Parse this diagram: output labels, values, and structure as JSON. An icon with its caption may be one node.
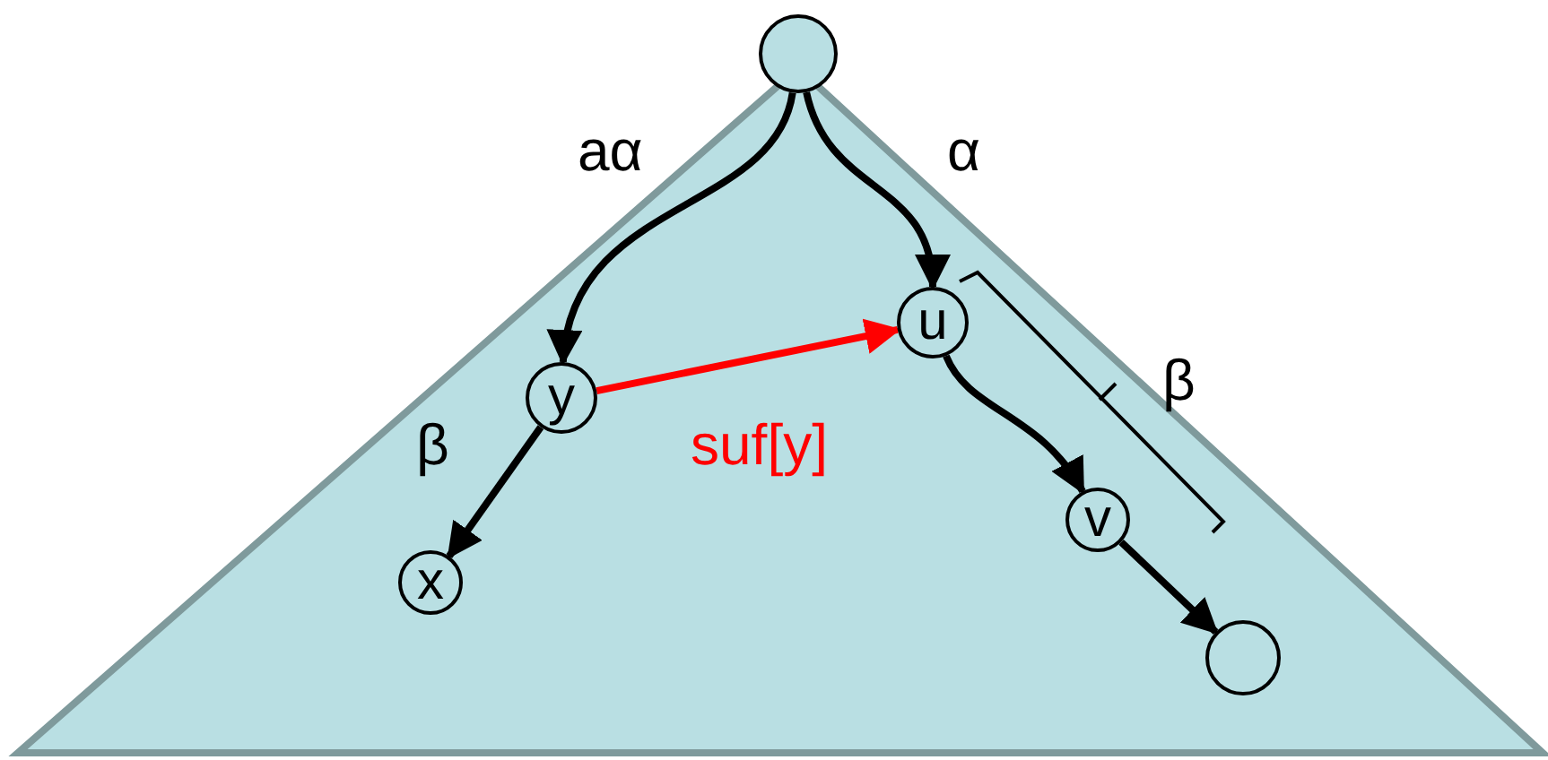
{
  "diagram": {
    "nodes": [
      {
        "text": [],
        "shape": "circle"
      },
      {
        "text": [
          "y"
        ]
      },
      {
        "text": [
          "u"
        ]
      },
      {
        "text": [
          "x"
        ]
      },
      {
        "text": [
          "v"
        ]
      },
      {
        "text": [],
        "shape": "circle"
      }
    ],
    "edges": [
      {
        "from": 0,
        "to": 1,
        "arrow": "to",
        "label": "aα"
      },
      {
        "from": 0,
        "to": 2,
        "arrow": "to",
        "label": "α"
      },
      {
        "from": 1,
        "to": 3,
        "arrow": "to",
        "label": "β"
      },
      {
        "from": 1,
        "to": 2,
        "arrow": "to",
        "label": "suf[y]",
        "color": "#ff0000"
      },
      {
        "from": 2,
        "to": 4,
        "arrow": "to"
      },
      {
        "from": 4,
        "to": 5,
        "arrow": "to"
      }
    ],
    "labels": [
      "β"
    ]
  }
}
